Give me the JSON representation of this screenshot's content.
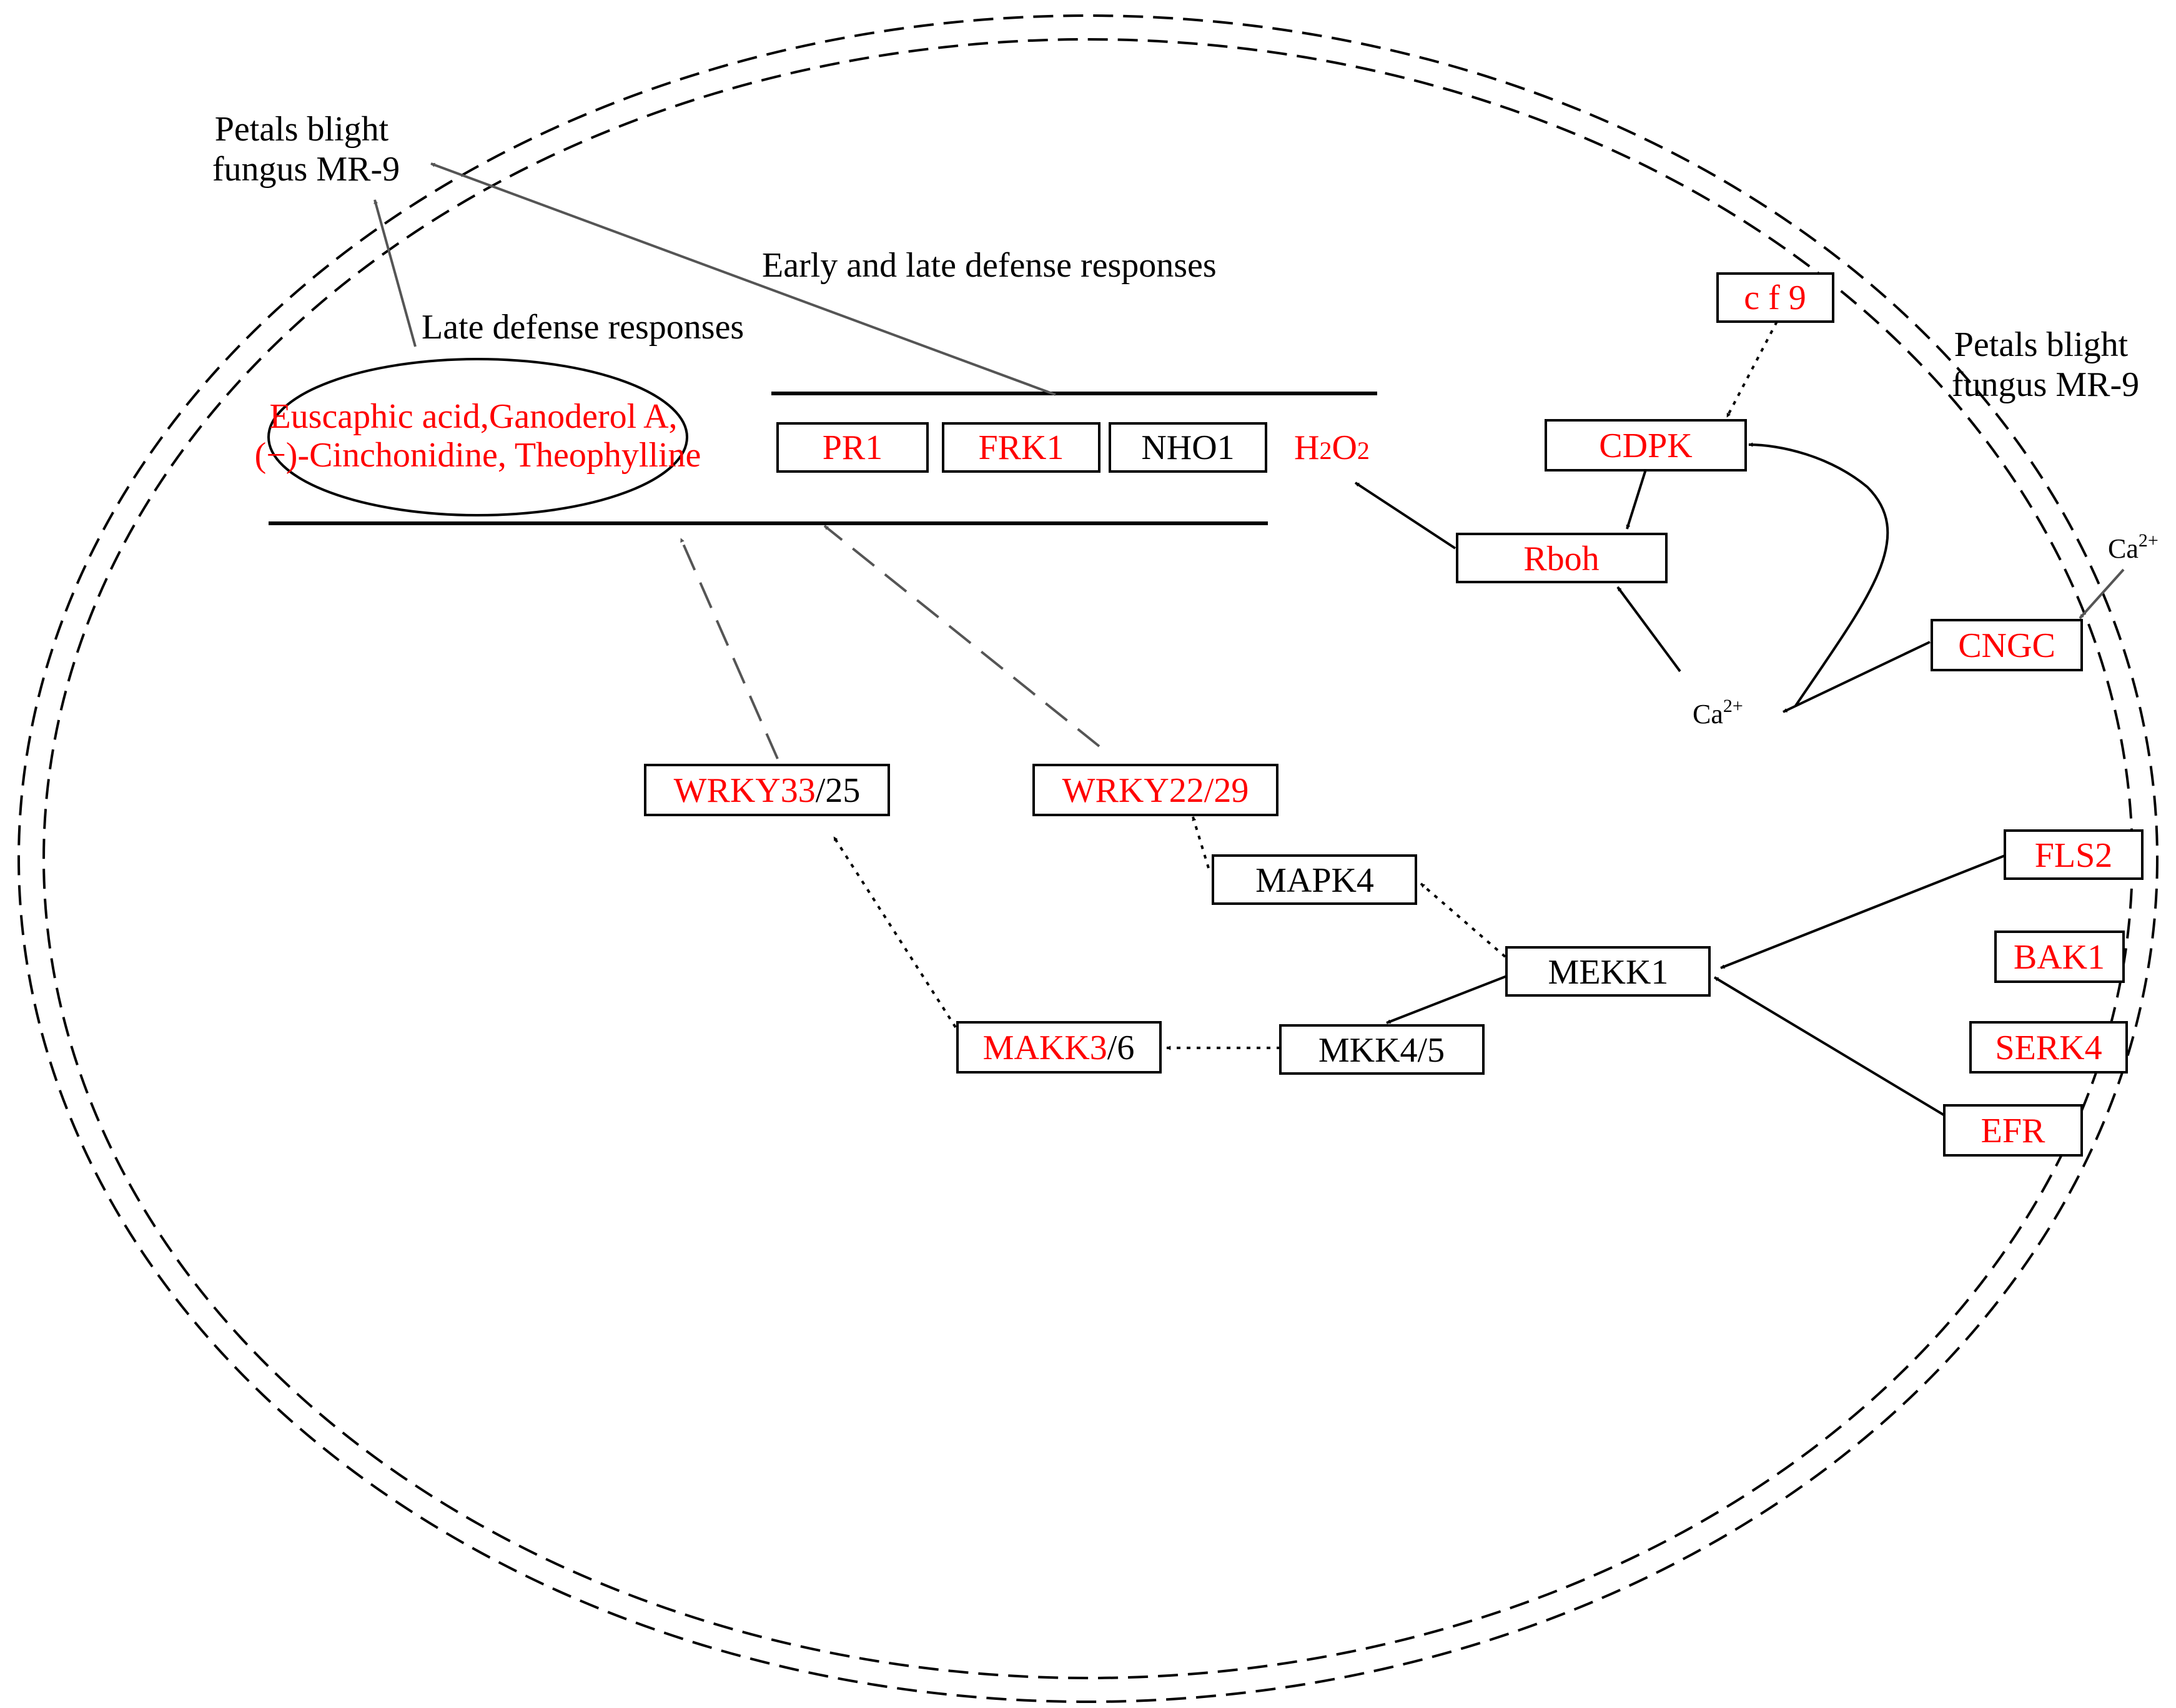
{
  "colors": {
    "highlight": "#ff0000",
    "default": "#000000",
    "arrow_gray": "#555555"
  },
  "labels": {
    "fungus_left": [
      "Petals blight",
      "fungus MR-9"
    ],
    "fungus_right": [
      "Petals blight",
      "fungus MR-9"
    ],
    "early_late": "Early and late defense responses",
    "late": "Late defense responses",
    "compounds": [
      "Euscaphic acid,Ganoderol A,",
      "(−)-Cinchonidine, Theophylline"
    ]
  },
  "h2o2": {
    "h": "H",
    "two_a": "2",
    "o": "O",
    "two_b": "2"
  },
  "ca_right": {
    "base": "Ca",
    "sup": "2+"
  },
  "ca_center": {
    "base": "Ca",
    "sup": "2+"
  },
  "nodes": {
    "pr1": "PR1",
    "frk1": "FRK1",
    "nho1": "NHO1",
    "cf9": "c f 9",
    "cdpk": "CDPK",
    "rboh": "Rboh",
    "cngc": "CNGC",
    "wrky33": {
      "red": "WRKY33",
      "black": "/25"
    },
    "wrky22": "WRKY22/29",
    "mapk4": "MAPK4",
    "mekk1": "MEKK1",
    "makk3": {
      "red": "MAKK3",
      "black": "/6"
    },
    "mkk45": "MKK4/5",
    "fls2": "FLS2",
    "bak1": "BAK1",
    "serk4": "SERK4",
    "efr": "EFR"
  }
}
